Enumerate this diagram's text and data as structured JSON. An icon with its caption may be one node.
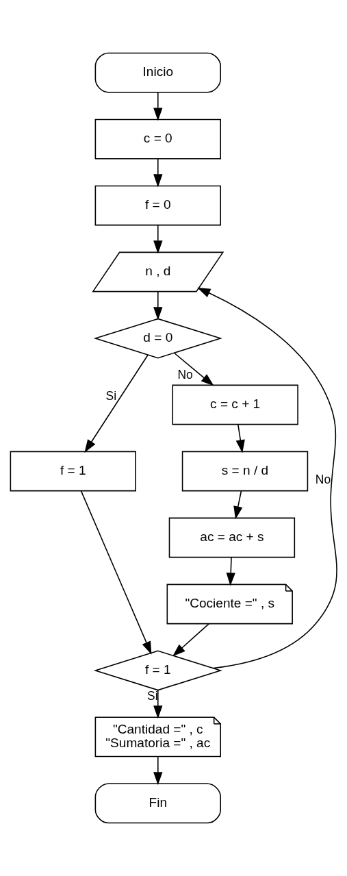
{
  "diagram": {
    "nodes": [
      {
        "text": [
          "Inicio"
        ]
      },
      {
        "text": [
          "c = 0"
        ]
      },
      {
        "text": [
          "f = 0"
        ]
      },
      {
        "text": [
          "n , d"
        ]
      },
      {
        "text": [
          "d = 0"
        ]
      },
      {
        "text": [
          "f = 1"
        ]
      },
      {
        "text": [
          "c = c + 1"
        ]
      },
      {
        "text": [
          "s = n / d"
        ]
      },
      {
        "text": [
          "ac = ac + s"
        ]
      },
      {
        "text": [
          "\"Cociente =\" , s"
        ]
      },
      {
        "text": [
          "f = 1"
        ]
      },
      {
        "text": [
          "\"Cantidad =\" , c",
          "\"Sumatoria =\" , ac"
        ]
      },
      {
        "text": [
          "Fin"
        ]
      }
    ],
    "edges": [
      {
        "from": 0,
        "to": 1,
        "arrow": "to"
      },
      {
        "from": 1,
        "to": 2,
        "arrow": "to"
      },
      {
        "from": 2,
        "to": 3,
        "arrow": "to"
      },
      {
        "from": 3,
        "to": 4,
        "arrow": "to"
      },
      {
        "from": 4,
        "to": 5,
        "arrow": "to",
        "label": "Si"
      },
      {
        "from": 4,
        "to": 6,
        "arrow": "to",
        "label": "No"
      },
      {
        "from": 6,
        "to": 7,
        "arrow": "to"
      },
      {
        "from": 7,
        "to": 8,
        "arrow": "to"
      },
      {
        "from": 8,
        "to": 9,
        "arrow": "to"
      },
      {
        "from": 9,
        "to": 10,
        "arrow": "to"
      },
      {
        "from": 5,
        "to": 10,
        "arrow": "to"
      },
      {
        "from": 10,
        "to": 11,
        "arrow": "to",
        "label": "Si"
      },
      {
        "from": 10,
        "to": 3,
        "arrow": "to",
        "label": "No"
      },
      {
        "from": 11,
        "to": 12,
        "arrow": "to"
      }
    ]
  }
}
